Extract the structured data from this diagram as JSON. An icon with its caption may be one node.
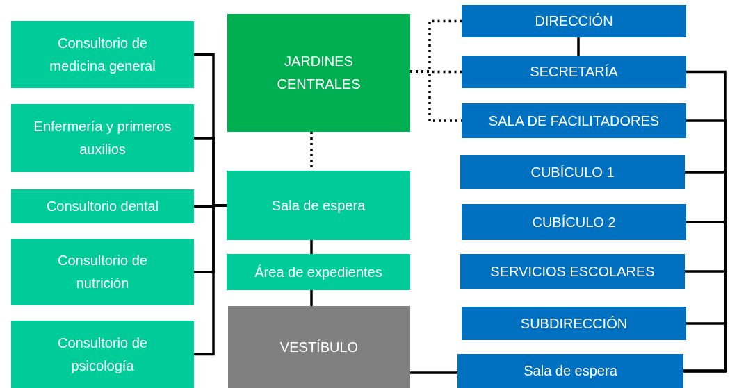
{
  "diagram": {
    "nodes": [
      {
        "text": [
          "Consultorio de medicina general"
        ]
      },
      {
        "text": [
          "Enfermería y primeros auxilios"
        ]
      },
      {
        "text": [
          "Consultorio dental"
        ]
      },
      {
        "text": [
          "Consultorio de nutrición"
        ]
      },
      {
        "text": [
          "Consultorio de psicología"
        ]
      },
      {
        "text": [
          "JARDINES CENTRALES"
        ]
      },
      {
        "text": [
          "Sala de espera"
        ]
      },
      {
        "text": [
          "Área de expedientes"
        ]
      },
      {
        "text": [
          "VESTÍBULO"
        ]
      },
      {
        "text": [
          "DIRECCIÓN"
        ]
      },
      {
        "text": [
          "SECRETARÍA"
        ]
      },
      {
        "text": [
          "SALA DE FACILITADORES"
        ]
      },
      {
        "text": [
          "CUBÍCULO 1"
        ]
      },
      {
        "text": [
          "CUBÍCULO 2"
        ]
      },
      {
        "text": [
          "SERVICIOS ESCOLARES"
        ]
      },
      {
        "text": [
          "SUBDIRECCIÓN"
        ]
      },
      {
        "text": [
          "Sala de espera"
        ]
      }
    ],
    "edges": [
      {
        "from": 0,
        "to": 6,
        "arrow": "none"
      },
      {
        "from": 1,
        "to": 6,
        "arrow": "none"
      },
      {
        "from": 2,
        "to": 6,
        "arrow": "none"
      },
      {
        "from": 3,
        "to": 6,
        "arrow": "none"
      },
      {
        "from": 4,
        "to": 6,
        "arrow": "none"
      },
      {
        "from": 5,
        "to": 6,
        "arrow": "none",
        "style": "dashed"
      },
      {
        "from": 6,
        "to": 7,
        "arrow": "none"
      },
      {
        "from": 7,
        "to": 8,
        "arrow": "none"
      },
      {
        "from": 8,
        "to": 16,
        "arrow": "none"
      },
      {
        "from": 5,
        "to": 9,
        "arrow": "none",
        "style": "dashed"
      },
      {
        "from": 5,
        "to": 10,
        "arrow": "none",
        "style": "dashed"
      },
      {
        "from": 5,
        "to": 11,
        "arrow": "none",
        "style": "dashed"
      },
      {
        "from": 9,
        "to": 10,
        "arrow": "none"
      },
      {
        "from": 10,
        "to": 16,
        "arrow": "none"
      },
      {
        "from": 11,
        "to": 16,
        "arrow": "none"
      },
      {
        "from": 12,
        "to": 16,
        "arrow": "none"
      },
      {
        "from": 13,
        "to": 16,
        "arrow": "none"
      },
      {
        "from": 14,
        "to": 16,
        "arrow": "none"
      },
      {
        "from": 15,
        "to": 16,
        "arrow": "none"
      }
    ]
  }
}
